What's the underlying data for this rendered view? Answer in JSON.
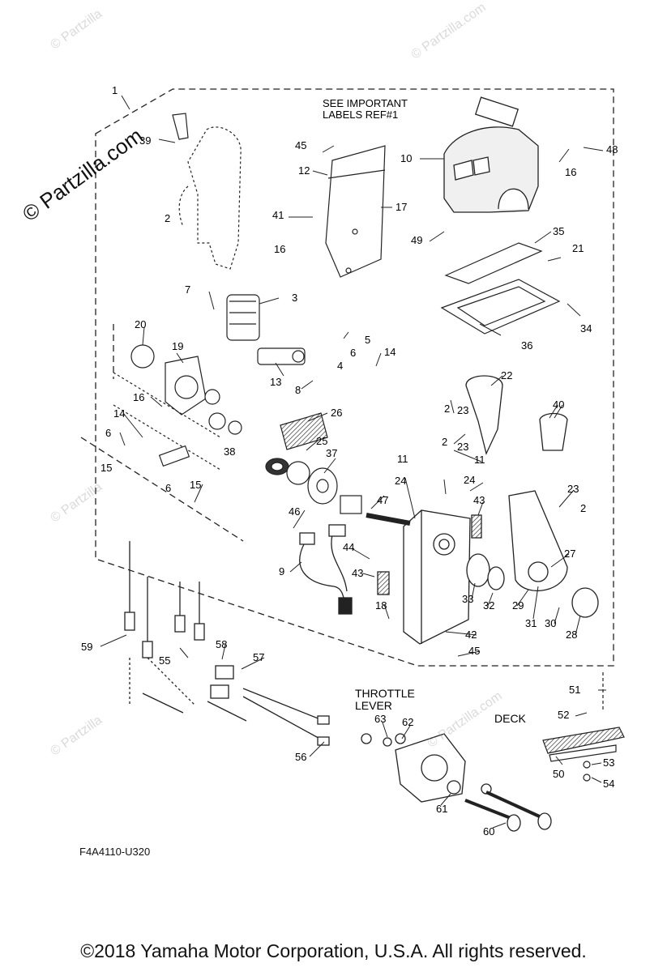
{
  "watermark": "© Partzilla.com",
  "watermark_short": "© Partzilla",
  "notes": {
    "labels_line1": "SEE IMPORTANT",
    "labels_line2": "LABELS REF#1",
    "throttle_line1": "THROTTLE",
    "throttle_line2": "LEVER",
    "deck": "DECK"
  },
  "diagram_code": "F4A4110-U320",
  "copyright": "©2018  Yamaha Motor Corporation, U.S.A. All rights reserved.",
  "callouts": [
    "1",
    "39",
    "2",
    "45",
    "12",
    "41",
    "16",
    "17",
    "10",
    "16",
    "48",
    "49",
    "35",
    "21",
    "34",
    "36",
    "7",
    "3",
    "20",
    "19",
    "16",
    "14",
    "6",
    "15",
    "6",
    "15",
    "5",
    "6",
    "4",
    "14",
    "8",
    "13",
    "26",
    "25",
    "37",
    "38",
    "22",
    "2",
    "23",
    "2",
    "23",
    "11",
    "24",
    "11",
    "24",
    "47",
    "46",
    "9",
    "44",
    "43",
    "43",
    "18",
    "40",
    "23",
    "2",
    "27",
    "33",
    "32",
    "29",
    "31",
    "30",
    "28",
    "42",
    "45",
    "59",
    "55",
    "58",
    "57",
    "56",
    "51",
    "52",
    "53",
    "54",
    "50",
    "63",
    "62",
    "61",
    "60"
  ]
}
